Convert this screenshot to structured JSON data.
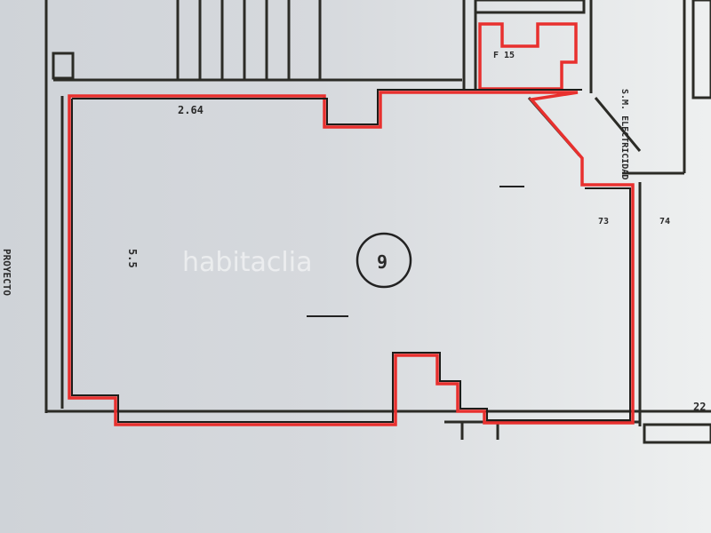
{
  "plan": {
    "watermark": "habitaclia",
    "side_label": "PROYECTO",
    "room_label_electric": "S.M. ELECTRICIDAD",
    "dimension_top": "2.64",
    "dimension_left": "5.5",
    "room_number": "9",
    "unit_73": "73",
    "unit_74": "74",
    "unit_22": "22",
    "small_room_label": "F 15",
    "colors": {
      "outline": "#e8302e",
      "walls": "#2b2b26",
      "paper": "#e4e6e8"
    }
  }
}
